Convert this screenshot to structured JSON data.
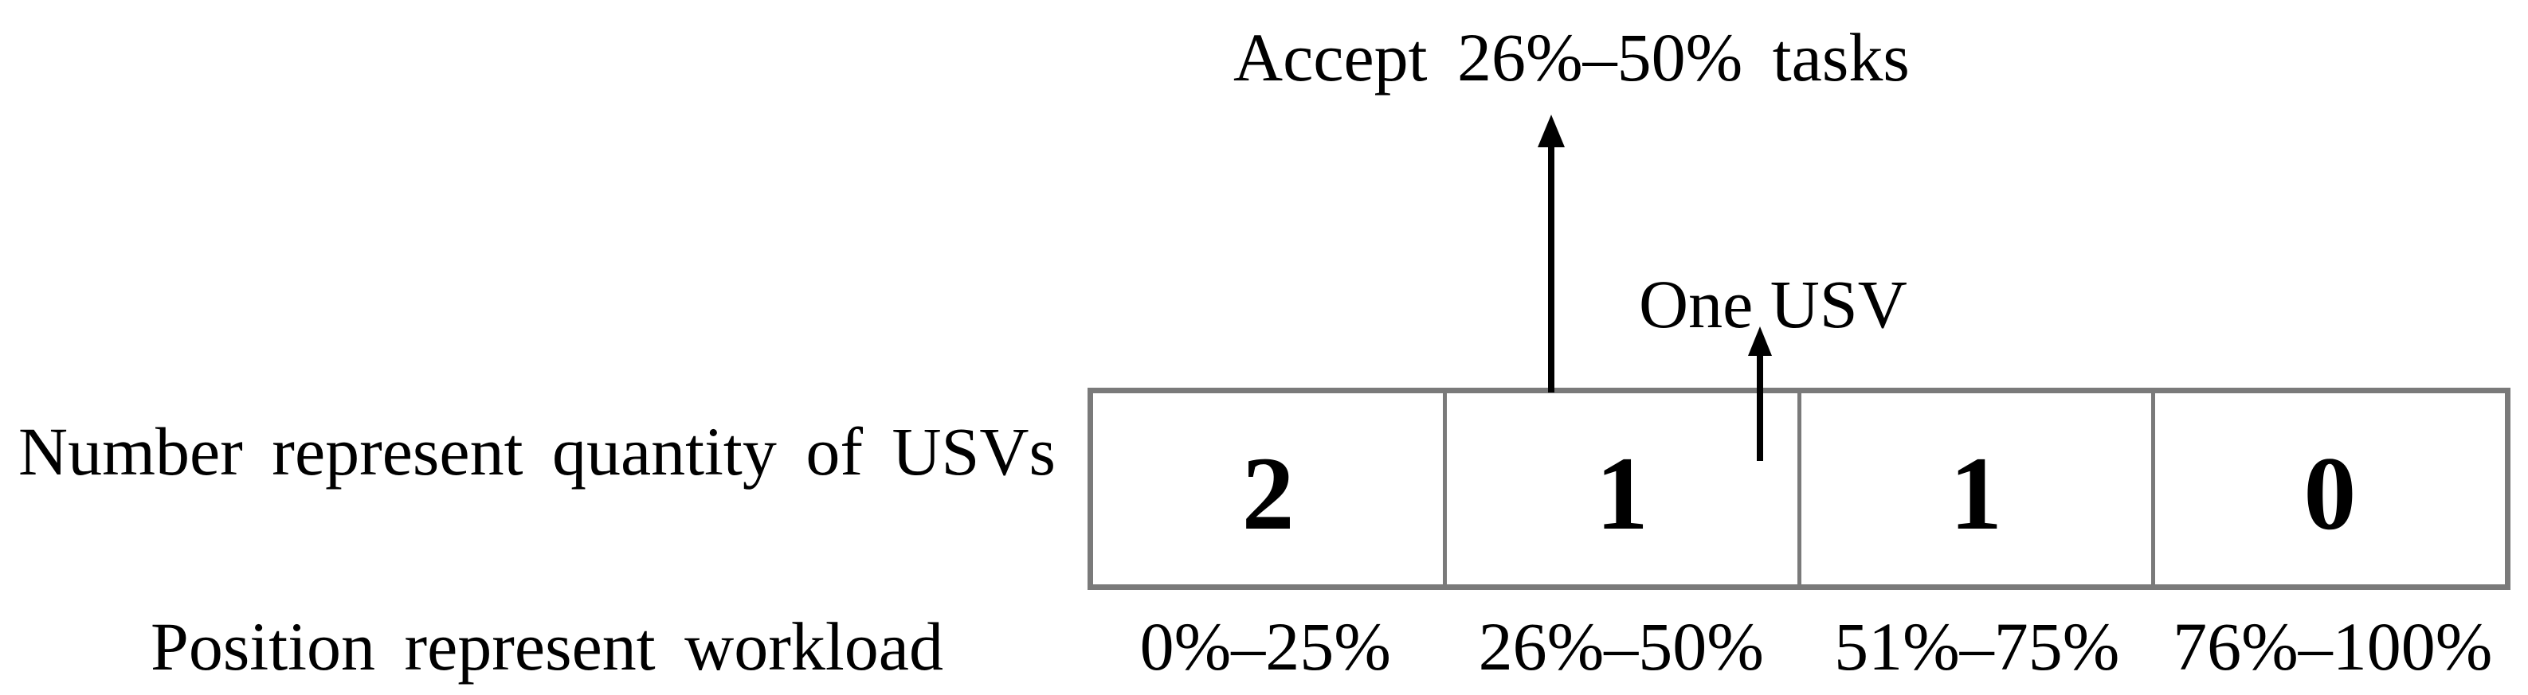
{
  "diagram": {
    "annotations": {
      "accept_tasks": "Accept 26%–50% tasks",
      "one_usv": "One USV"
    },
    "captions": {
      "quantity": "Number represent quantity of USVs",
      "workload": "Position represent workload"
    },
    "cells": [
      {
        "usv_count": "2",
        "workload_range": "0%–25%"
      },
      {
        "usv_count": "1",
        "workload_range": "26%–50%"
      },
      {
        "usv_count": "1",
        "workload_range": "51%–75%"
      },
      {
        "usv_count": "0",
        "workload_range": "76%–100%"
      }
    ],
    "arrows": [
      {
        "name": "accept-tasks-up-arrow",
        "points_to": "Accept 26%–50% tasks"
      },
      {
        "name": "one-usv-up-arrow",
        "points_to": "One USV"
      }
    ],
    "colors": {
      "border": "#7a7a7a",
      "text": "#000000",
      "background": "#ffffff"
    }
  }
}
